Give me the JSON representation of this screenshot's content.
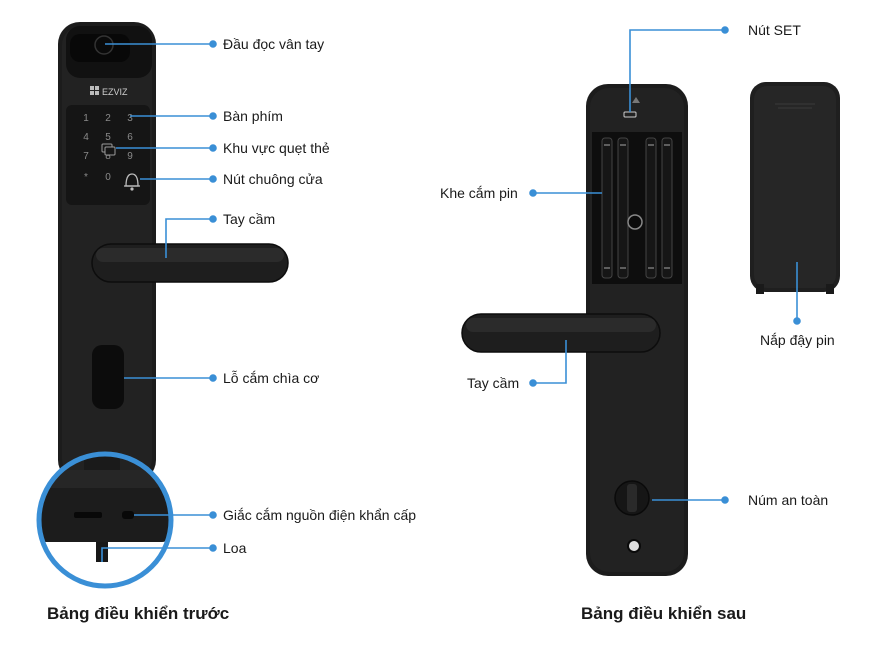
{
  "colors": {
    "callout_line": "#3a8fd6",
    "lock_body": "#1c1c1c",
    "zoom_ring": "#3a8fd6"
  },
  "front_panel": {
    "caption": "Bảng điều khiển trước",
    "brand": "EZVIZ",
    "keypad": [
      "1",
      "2",
      "3",
      "4",
      "5",
      "6",
      "7",
      "8",
      "9",
      "*",
      "0"
    ],
    "labels": {
      "fingerprint": "Đầu đọc vân tay",
      "keypad": "Bàn phím",
      "card_area": "Khu vực quẹt thẻ",
      "doorbell": "Nút chuông cửa",
      "handle": "Tay cầm",
      "key_hole": "Lỗ cắm chìa cơ",
      "emergency_power": "Giắc cắm nguồn điện khẩn cấp",
      "speaker": "Loa"
    }
  },
  "back_panel": {
    "caption": "Bảng điều khiển sau",
    "labels": {
      "set_button": "Nút SET",
      "battery_slot": "Khe cắm pin",
      "handle": "Tay cầm",
      "battery_cover": "Nắp đậy pin",
      "safety_knob": "Núm an toàn"
    }
  }
}
